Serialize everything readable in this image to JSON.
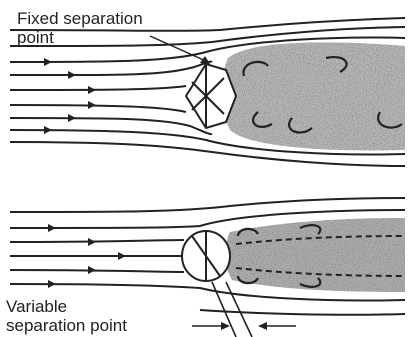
{
  "labels": {
    "fixed_line1": "Fixed separation",
    "fixed_line2": "point",
    "variable_line1": "Variable",
    "variable_line2": "separation  point"
  },
  "colors": {
    "ink": "#222222",
    "wake": "#555555",
    "background": "#ffffff"
  }
}
